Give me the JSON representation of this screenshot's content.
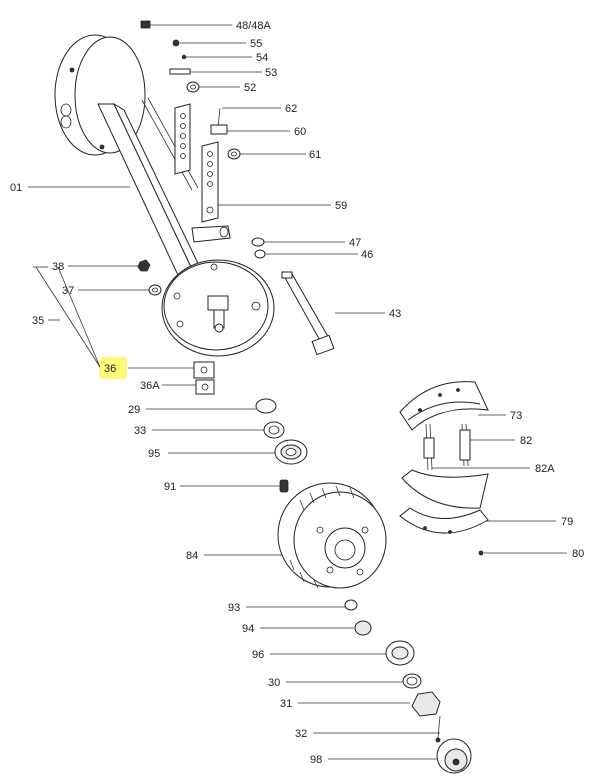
{
  "diagram": {
    "labels": {
      "p48": "48/48A",
      "p55": "55",
      "p54": "54",
      "p53": "53",
      "p52": "52",
      "p62": "62",
      "p60": "60",
      "p61": "61",
      "p01": "01",
      "p59": "59",
      "p47": "47",
      "p46": "46",
      "p38": "38",
      "p37": "37",
      "p35": "35",
      "p43": "43",
      "p36": "36",
      "p36a": "36A",
      "p29": "29",
      "p73": "73",
      "p33": "33",
      "p82": "82",
      "p95": "95",
      "p82a": "82A",
      "p91": "91",
      "p79": "79",
      "p84": "84",
      "p80": "80",
      "p93": "93",
      "p94": "94",
      "p96": "96",
      "p30": "30",
      "p31": "31",
      "p32": "32",
      "p98": "98"
    },
    "highlight_color": "#fff97a"
  }
}
